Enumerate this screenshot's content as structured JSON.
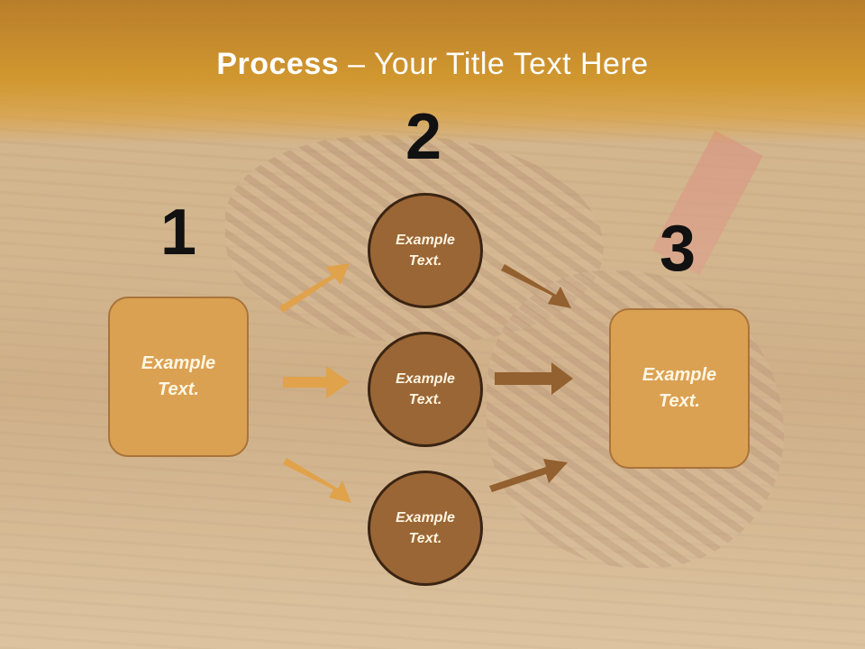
{
  "slide": {
    "title_bold": "Process",
    "title_rest": " – Your Title Text Here",
    "numbers": [
      "1",
      "2",
      "3"
    ],
    "left_box": "Example\nText.",
    "circles": [
      "Example\nText.",
      "Example\nText.",
      "Example\nText."
    ],
    "right_box": "Example\nText."
  },
  "colors": {
    "header": "#d1972f",
    "box_fill": "#dba152",
    "circle_fill": "#9a6635",
    "arrow_light": "#e0a24a",
    "arrow_dark": "#93602f"
  }
}
